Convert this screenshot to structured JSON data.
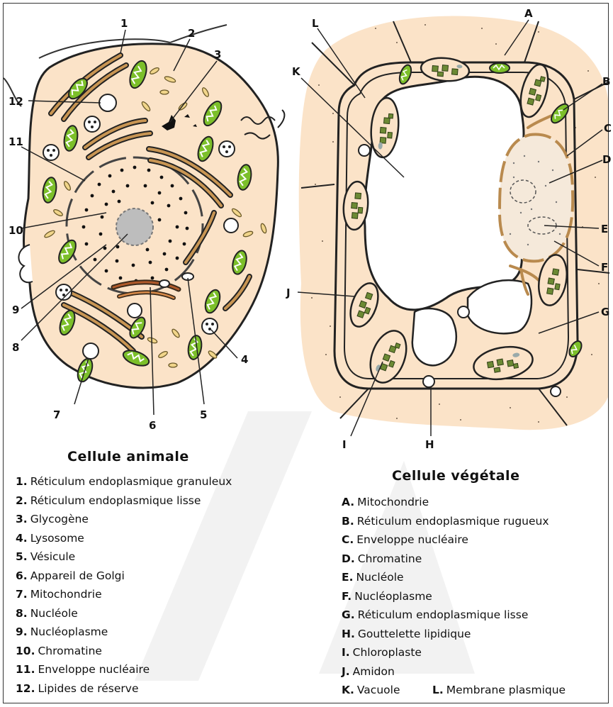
{
  "animal": {
    "title": "Cellule animale",
    "numbers": [
      "1",
      "2",
      "3",
      "4",
      "5",
      "6",
      "7",
      "8",
      "9",
      "10",
      "11",
      "12"
    ],
    "legend": [
      {
        "n": "1.",
        "t": "Réticulum endoplasmique granuleux"
      },
      {
        "n": "2.",
        "t": "Réticulum endoplasmique lisse"
      },
      {
        "n": "3.",
        "t": "Glycogène"
      },
      {
        "n": "4.",
        "t": "Lysosome"
      },
      {
        "n": "5.",
        "t": "Vésicule"
      },
      {
        "n": "6.",
        "t": "Appareil de Golgi"
      },
      {
        "n": "7.",
        "t": "Mitochondrie"
      },
      {
        "n": "8.",
        "t": "Nucléole"
      },
      {
        "n": "9.",
        "t": "Nucléoplasme"
      },
      {
        "n": "10.",
        "t": "Chromatine"
      },
      {
        "n": "11.",
        "t": "Enveloppe nucléaire"
      },
      {
        "n": "12.",
        "t": "Lipides de réserve"
      }
    ]
  },
  "plant": {
    "title": "Cellule végétale",
    "letters": [
      "A",
      "B",
      "C",
      "D",
      "E",
      "F",
      "G",
      "H",
      "I",
      "J",
      "K",
      "L"
    ],
    "legend": [
      {
        "n": "A.",
        "t": "Mitochondrie"
      },
      {
        "n": "B.",
        "t": "Réticulum endoplasmique rugueux"
      },
      {
        "n": "C.",
        "t": "Enveloppe nucléaire"
      },
      {
        "n": "D.",
        "t": "Chromatine"
      },
      {
        "n": "E.",
        "t": "Nucléole"
      },
      {
        "n": "F.",
        "t": "Nucléoplasme"
      },
      {
        "n": "G.",
        "t": "Réticulum endoplasmique lisse"
      },
      {
        "n": "H.",
        "t": "Gouttelette lipidique"
      },
      {
        "n": "I.",
        "t": "Chloroplaste"
      },
      {
        "n": "J.",
        "t": "Amidon"
      },
      {
        "n": "K.",
        "t": "Vacuole"
      }
    ],
    "legend_extra": {
      "n": "L.",
      "t": "Membrane plasmique"
    }
  },
  "colors": {
    "cytoplasm": "#fbe3c8",
    "mito": "#7cbf2a",
    "er": "#c89553",
    "outline": "#222222",
    "chloro": "#4c6a2a",
    "nucleus": "#f5e9da"
  }
}
